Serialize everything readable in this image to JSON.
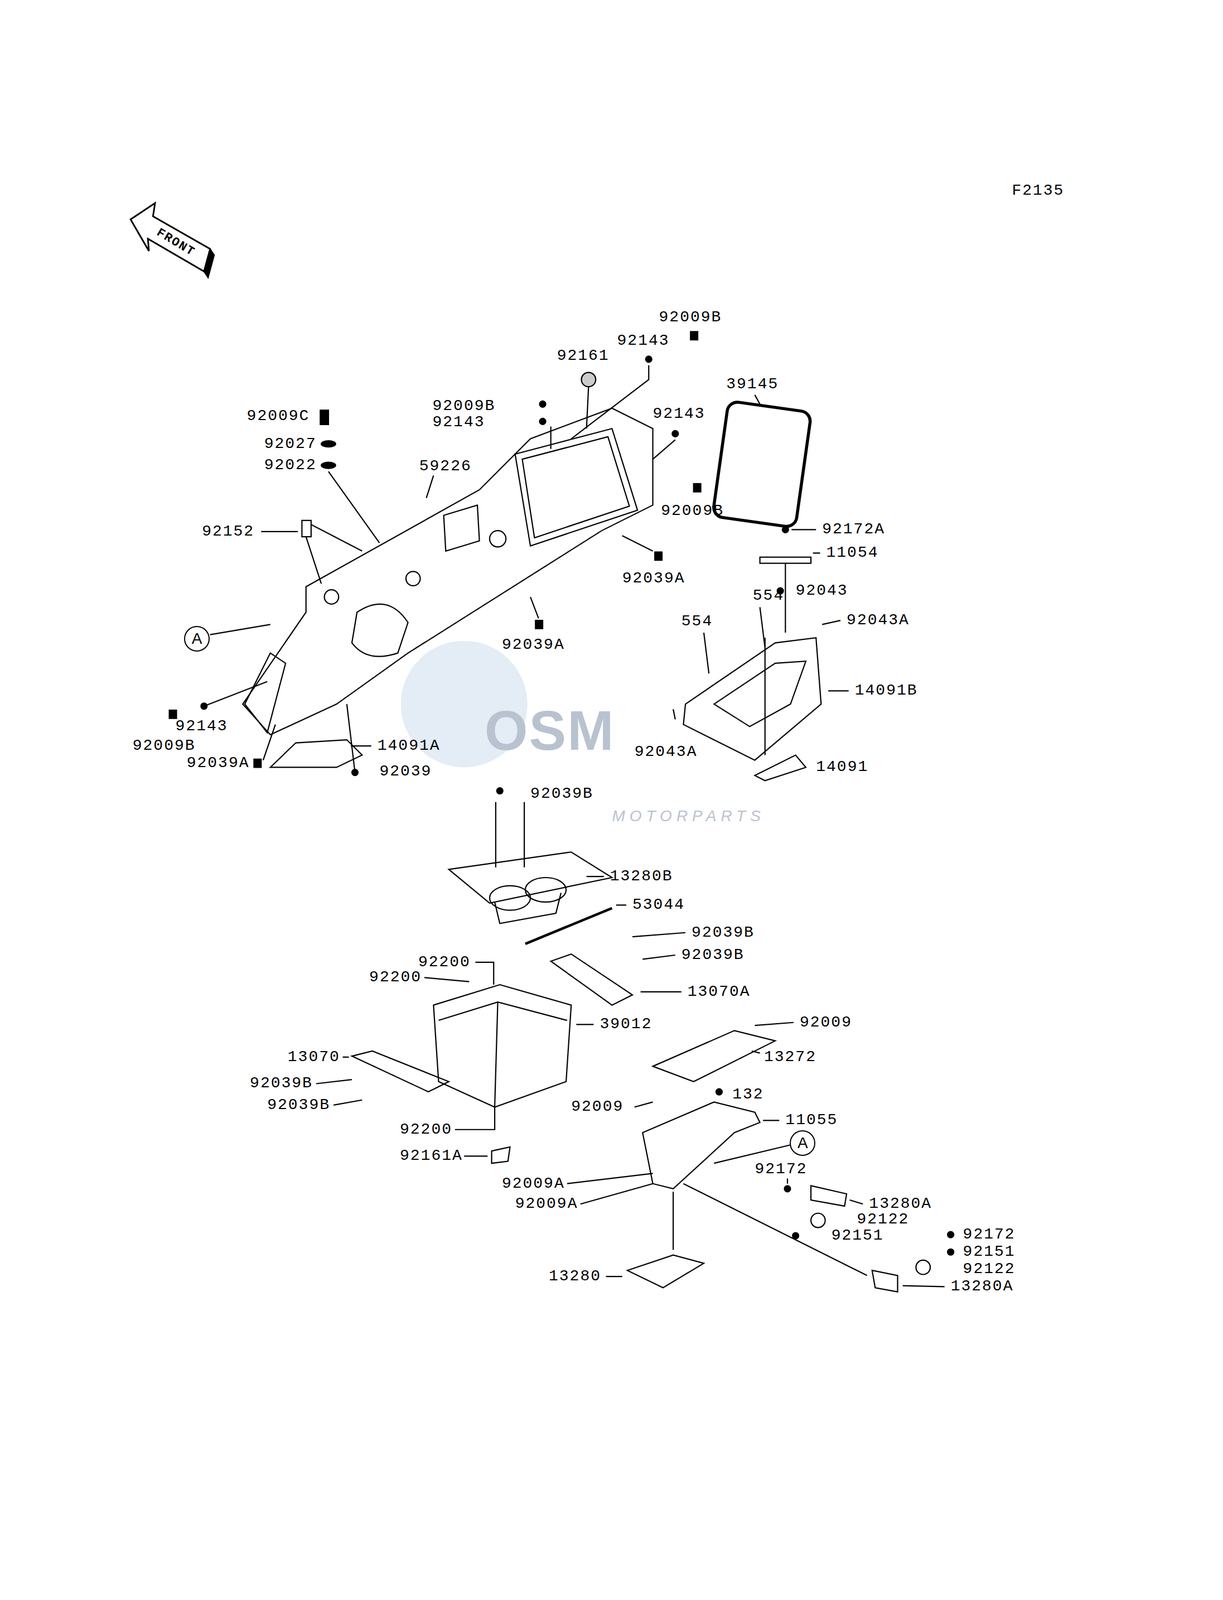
{
  "diagram": {
    "nodes": [
      {
        "text": [
          "A"
        ]
      },
      {
        "text": [
          "A"
        ]
      }
    ],
    "labels": [
      "F2135",
      "FRONT",
      "92009B",
      "92143",
      "92161",
      "39145",
      "92009B",
      "92143",
      "92143",
      "92009C",
      "92027",
      "92022",
      "59226",
      "92009B",
      "92172A",
      "11054",
      "92152",
      "92039A",
      "92043",
      "554",
      "554",
      "92043A",
      "92039A",
      "14091B",
      "92143",
      "92009B",
      "14091A",
      "92043A",
      "92039A",
      "92039",
      "14091",
      "92039B",
      "13280B",
      "53044",
      "92039B",
      "92200",
      "92039B",
      "92200",
      "13070A",
      "92009",
      "39012",
      "13272",
      "13070",
      "92039B",
      "92039B",
      "92009",
      "132",
      "11055",
      "92200",
      "92172",
      "92161A",
      "92009A",
      "13280A",
      "92009A",
      "92122",
      "92151",
      "92172",
      "92151",
      "13280",
      "92122",
      "13280A",
      "MOTORPARTS",
      "OSM"
    ]
  }
}
